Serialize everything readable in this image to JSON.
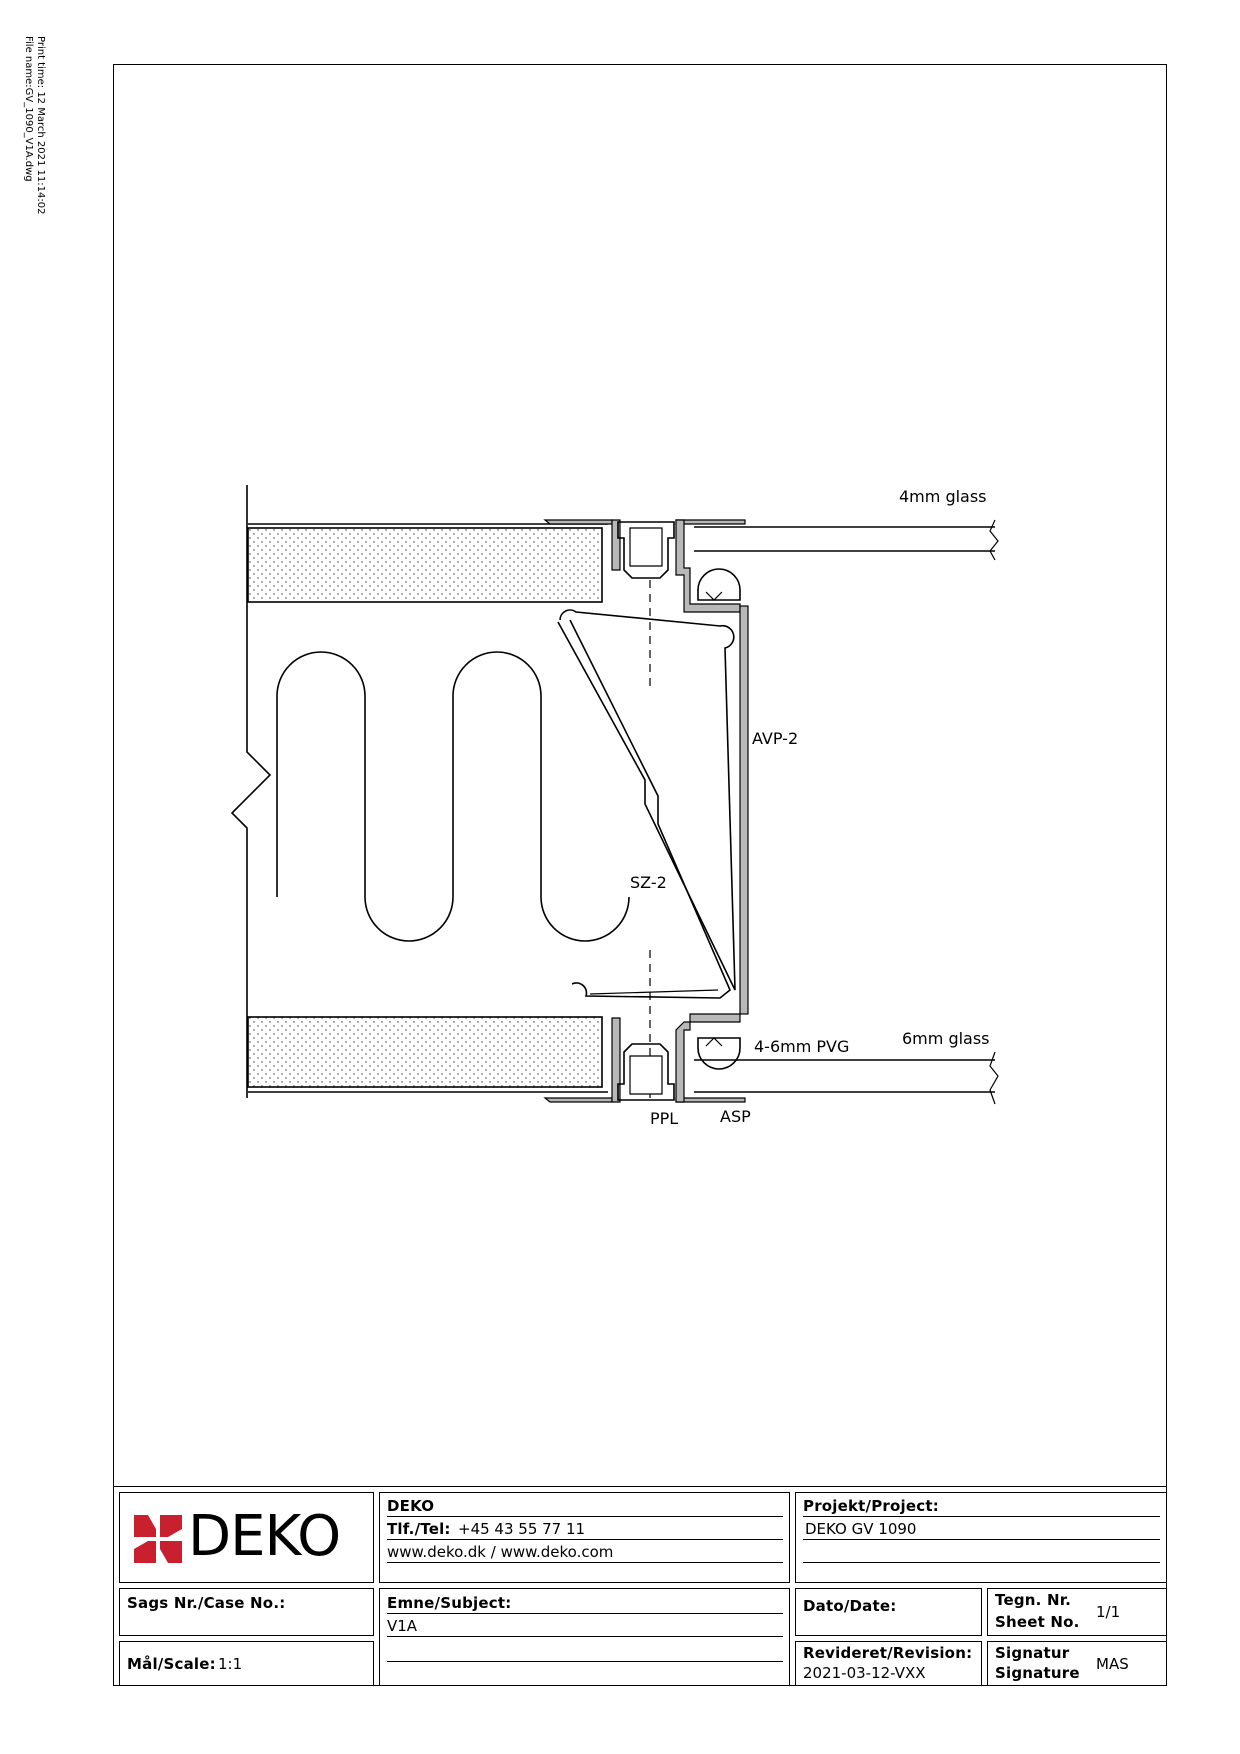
{
  "print_info": {
    "print_time": "Print time: 12 March 2021 11:14:02",
    "file_name": "File name:GV_1090_V1A.dwg"
  },
  "drawing": {
    "labels": {
      "glass_top": "4mm glass",
      "avp": "AVP-2",
      "sz": "SZ-2",
      "pvg": "4-6mm PVG",
      "glass_bottom": "6mm glass",
      "ppl": "PPL",
      "asp": "ASP"
    }
  },
  "title_block": {
    "logo": {
      "text": "DEKO",
      "color": "#c8202f"
    },
    "company": {
      "name": "DEKO",
      "tel_label": "Tlf./Tel:",
      "tel_value": "+45 43 55 77 11",
      "web": "www.deko.dk / www.deko.com"
    },
    "project": {
      "label": "Projekt/Project:",
      "value": "DEKO GV 1090"
    },
    "case": {
      "label": "Sags Nr./Case No.:",
      "value": ""
    },
    "subject": {
      "label": "Emne/Subject:",
      "value": "V1A"
    },
    "date": {
      "label": "Dato/Date:",
      "value": ""
    },
    "sheet": {
      "label_1": "Tegn. Nr.",
      "label_2": "Sheet No.",
      "value": "1/1"
    },
    "scale": {
      "label": "Mål/Scale:",
      "value": "1:1"
    },
    "revision": {
      "label": "Revideret/Revision:",
      "value": "2021-03-12-VXX"
    },
    "signature": {
      "label_1": "Signatur",
      "label_2": "Signature",
      "value": "MAS"
    }
  }
}
